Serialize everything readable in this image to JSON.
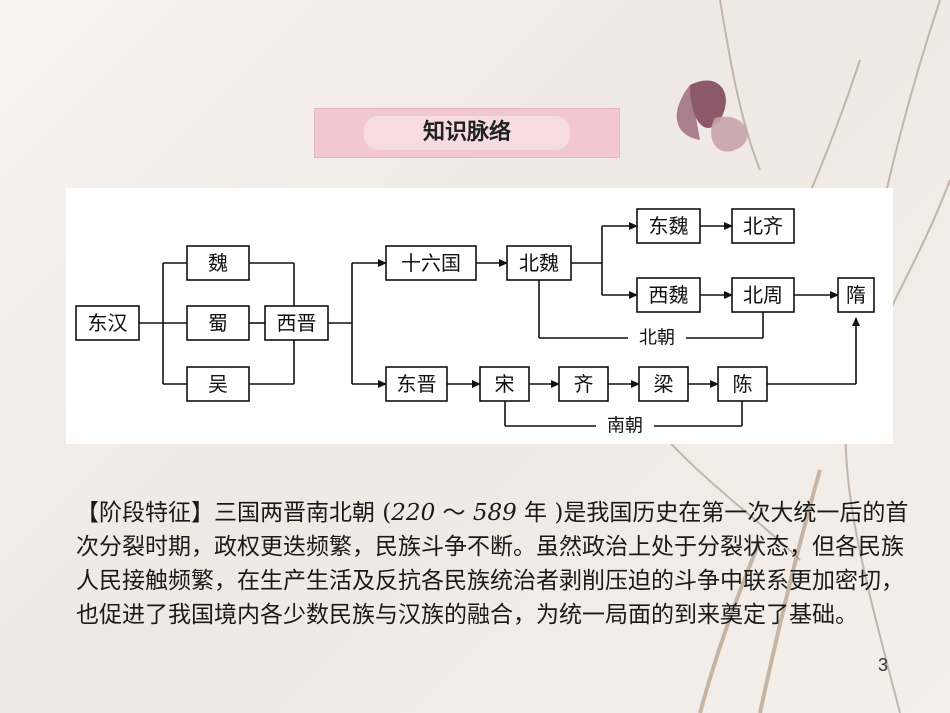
{
  "title": "知识脉络",
  "diagram": {
    "nodes": {
      "donghan": "东汉",
      "wei": "魏",
      "shu": "蜀",
      "wu": "吴",
      "xijin": "西晋",
      "shiliuguo": "十六国",
      "beiwei": "北魏",
      "dongwei": "东魏",
      "beiqi": "北齐",
      "xiwei": "西魏",
      "beizhou": "北周",
      "sui": "隋",
      "dongjin": "东晋",
      "song": "宋",
      "qi": "齐",
      "liang": "梁",
      "chen": "陈"
    },
    "labels": {
      "beichao": "北朝",
      "nanchao": "南朝"
    }
  },
  "body": {
    "lead": "【阶段特征】三国两晋南北朝",
    "paren_open": " (",
    "year_start": "220",
    "tilde": " ～ ",
    "year_end": "589",
    "year_unit": " 年",
    "paren_close": " )",
    "rest": "是我国历史在第一次大统一后的首次分裂时期，政权更迭频繁，民族斗争不断。虽然政治上处于分裂状态，但各民族人民接触频繁，在生产生活及反抗各民族统治者剥削压迫的斗争中联系更加密切，也促进了我国境内各少数民族与汉族的融合，为统一局面的到来奠定了基础。"
  },
  "page_number": "3"
}
